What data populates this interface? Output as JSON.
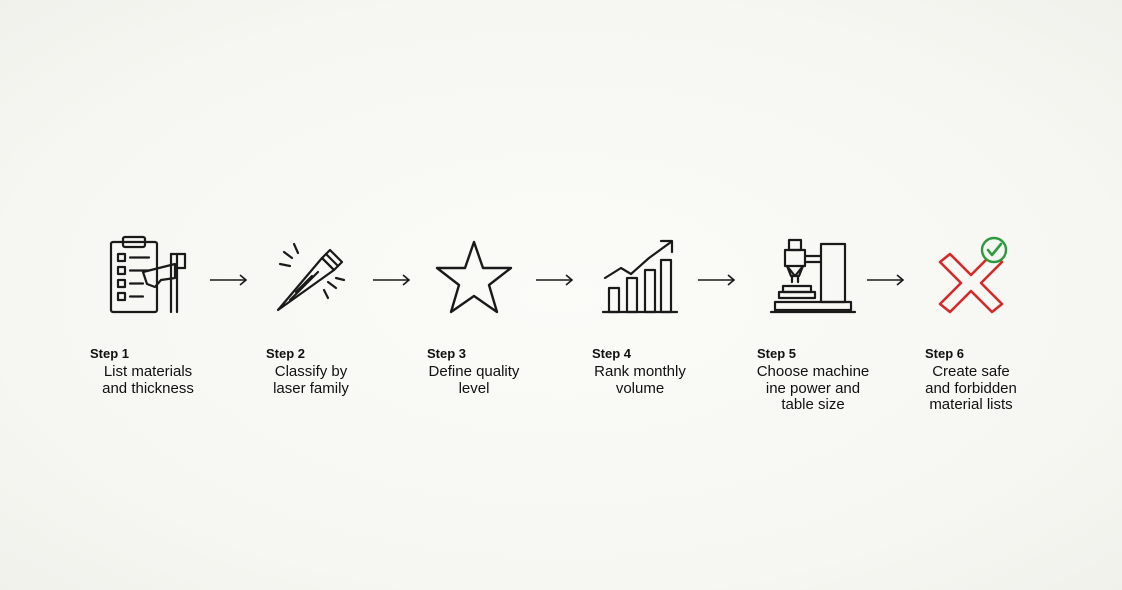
{
  "steps": [
    {
      "label": "Step 1",
      "lines": [
        "List materials",
        "and thickness"
      ],
      "icon": "clipboard-caliper-icon"
    },
    {
      "label": "Step 2",
      "lines": [
        "Classify by",
        "laser family"
      ],
      "icon": "laser-beam-icon"
    },
    {
      "label": "Step 3",
      "lines": [
        "Define quality",
        "level"
      ],
      "icon": "star-icon"
    },
    {
      "label": "Step 4",
      "lines": [
        "Rank monthly",
        "volume"
      ],
      "icon": "bar-chart-trend-icon"
    },
    {
      "label": "Step 5",
      "lines": [
        "Choose machine",
        "ine power and",
        "table size"
      ],
      "icon": "laser-machine-icon"
    },
    {
      "label": "Step 6",
      "lines": [
        "Create safe",
        "and forbidden",
        "material lists"
      ],
      "icon": "cross-check-icon"
    }
  ],
  "colors": {
    "stroke": "#1a1a1a",
    "forbidden": "#d42a2a",
    "safe": "#2e9a3e"
  }
}
